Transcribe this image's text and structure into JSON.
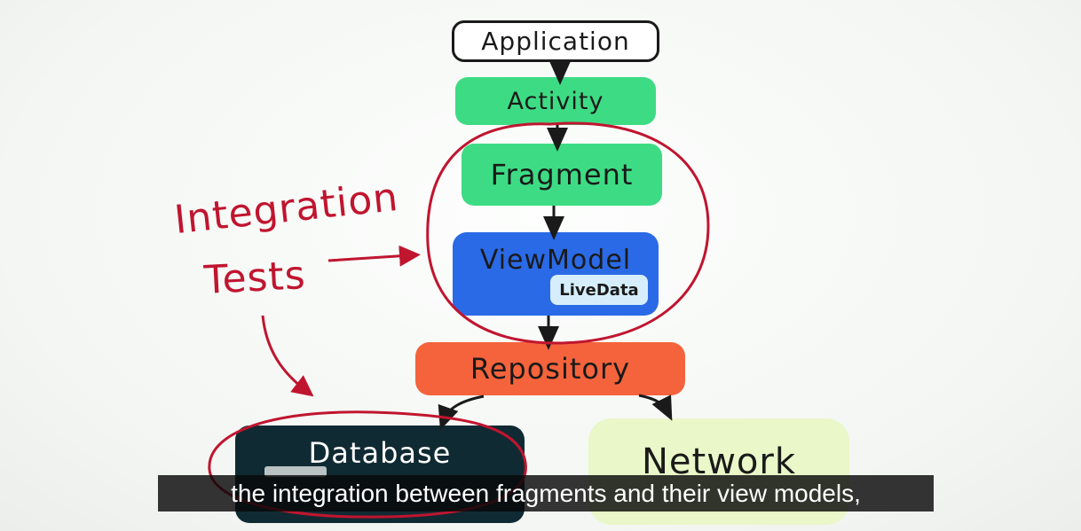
{
  "diagram": {
    "application": "Application",
    "activity": "Activity",
    "fragment": "Fragment",
    "viewmodel": "ViewModel",
    "livedata": "LiveData",
    "repository": "Repository",
    "database": "Database",
    "network": "Network"
  },
  "annotation": {
    "line1": "Integration",
    "line2": "Tests"
  },
  "caption": "the integration between fragments and their view models,"
}
